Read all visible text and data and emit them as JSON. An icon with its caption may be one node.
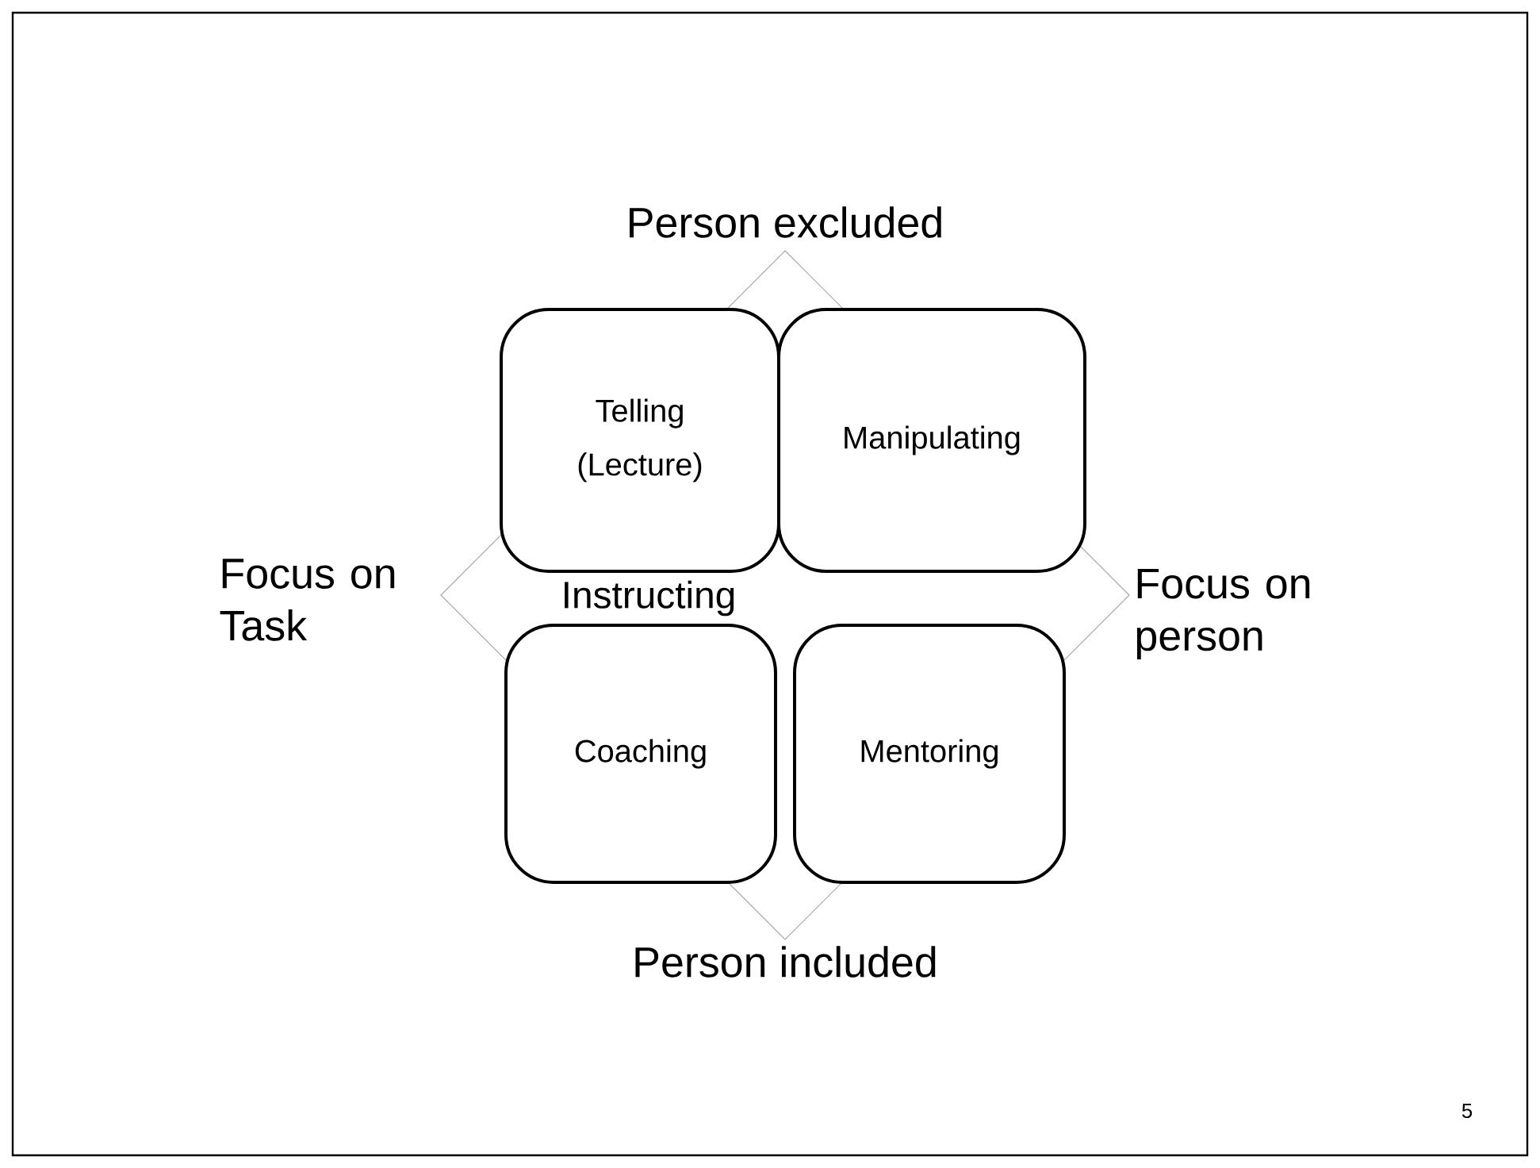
{
  "diagram": {
    "nodes": [
      {
        "text": [
          "Telling (Lecture)"
        ]
      },
      {
        "text": [
          "Manipulating"
        ]
      },
      {
        "text": [
          "Coaching"
        ]
      },
      {
        "text": [
          "Mentoring"
        ]
      }
    ],
    "labels": [
      "Person excluded",
      "Focus on Task",
      "Instructing",
      "Focus on person",
      "Person included",
      "5"
    ]
  }
}
